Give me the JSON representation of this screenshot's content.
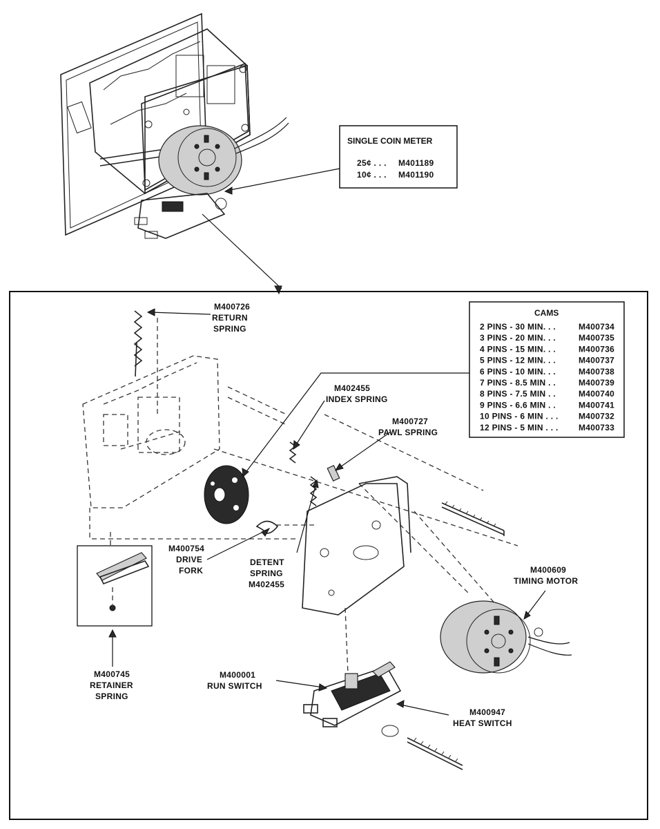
{
  "meter_box": {
    "title": "SINGLE COIN METER",
    "rows": [
      {
        "coin": "25¢ . . .",
        "part": "M401189"
      },
      {
        "coin": "10¢ . . .",
        "part": "M401190"
      }
    ]
  },
  "cams_box": {
    "title": "CAMS",
    "rows": [
      {
        "desc": "2 PINS - 30 MIN. . .",
        "part": "M400734"
      },
      {
        "desc": "3 PINS - 20 MIN. . .",
        "part": "M400735"
      },
      {
        "desc": "4 PINS - 15 MIN. . .",
        "part": "M400736"
      },
      {
        "desc": "5 PINS - 12 MIN. . .",
        "part": "M400737"
      },
      {
        "desc": "6 PINS - 10 MIN. . .",
        "part": "M400738"
      },
      {
        "desc": "7 PINS - 8.5 MIN . .",
        "part": "M400739"
      },
      {
        "desc": "8 PINS - 7.5 MIN . .",
        "part": "M400740"
      },
      {
        "desc": "9 PINS - 6.6 MIN . .",
        "part": "M400741"
      },
      {
        "desc": "10 PINS - 6 MIN . . .",
        "part": "M400732"
      },
      {
        "desc": "12 PINS - 5 MIN . . .",
        "part": "M400733"
      }
    ]
  },
  "labels": {
    "return_spring": [
      "M400726",
      "RETURN",
      "SPRING"
    ],
    "index_spring": [
      "M402455",
      "INDEX SPRING"
    ],
    "pawl_spring": [
      "M400727",
      "PAWL SPRING"
    ],
    "drive_fork": [
      "M400754",
      "DRIVE",
      "FORK"
    ],
    "detent_spring": [
      "DETENT",
      "SPRING",
      "M402455"
    ],
    "timing_motor": [
      "M400609",
      "TIMING MOTOR"
    ],
    "retainer_spring": [
      "M400745",
      "RETAINER",
      "SPRING"
    ],
    "run_switch": [
      "M400001",
      "RUN SWITCH"
    ],
    "heat_switch": [
      "M400947",
      "HEAT SWITCH"
    ]
  }
}
